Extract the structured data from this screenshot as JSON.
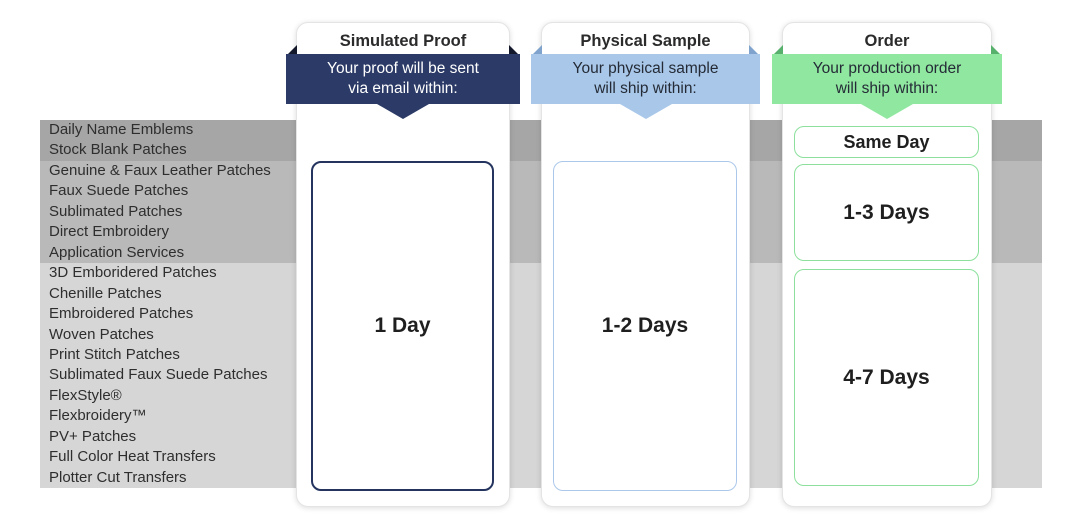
{
  "colors": {
    "band_dark": "#a6a6a6",
    "band_medium": "#b9b9b9",
    "band_light": "#d6d6d6",
    "list_text": "#2e2e2e",
    "navy": "#2b3a66",
    "navy_fold": "#13192b",
    "navy_box_border": "#24345e",
    "navy_banner_text": "#ffffff",
    "blue": "#a9c7e9",
    "blue_fold": "#7fa3cc",
    "blue_box_border": "#abc8ea",
    "green": "#90e7a0",
    "green_fold": "#57b06b",
    "green_box_border": "#8ce09c",
    "banner_dark_text": "#242b36"
  },
  "product_list": {
    "groups": [
      {
        "band_color": "#a6a6a6",
        "items": [
          "Daily Name Emblems",
          "Stock Blank Patches"
        ]
      },
      {
        "band_color": "#b9b9b9",
        "items": [
          "Genuine & Faux Leather Patches",
          "Faux Suede Patches",
          "Sublimated Patches",
          "Direct Embroidery",
          "Application Services"
        ]
      },
      {
        "band_color": "#d6d6d6",
        "items": [
          "3D Emboridered Patches",
          "Chenille Patches",
          "Embroidered Patches",
          "Woven Patches",
          "Print Stitch Patches",
          "Sublimated Faux Suede Patches",
          "FlexStyle®",
          "Flexbroidery™",
          "PV+ Patches",
          "Full Color Heat Transfers",
          "Plotter Cut Transfers"
        ]
      }
    ]
  },
  "columns": [
    {
      "title": "Simulated Proof",
      "banner_lines": [
        "Your proof will be sent",
        "via email within:"
      ],
      "boxes": [
        {
          "label": "1 Day"
        }
      ]
    },
    {
      "title": "Physical Sample",
      "banner_lines": [
        "Your physical sample",
        "will ship within:"
      ],
      "boxes": [
        {
          "label": "1-2 Days"
        }
      ]
    },
    {
      "title": "Order",
      "banner_lines": [
        "Your production order",
        "will ship within:"
      ],
      "boxes": [
        {
          "label": "Same Day"
        },
        {
          "label": "1-3 Days"
        },
        {
          "label": "4-7 Days"
        }
      ]
    }
  ]
}
